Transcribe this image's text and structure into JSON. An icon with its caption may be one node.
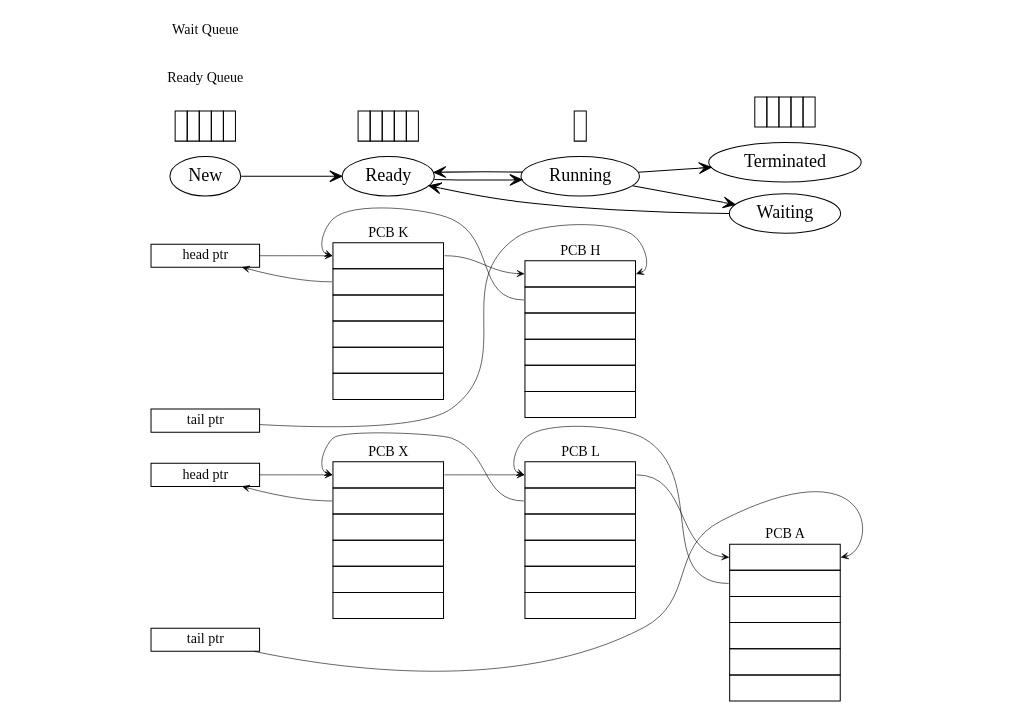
{
  "diagram": {
    "nodes": [
      {
        "text": [
          "head ptr"
        ]
      },
      {
        "text": [
          "tail ptr"
        ]
      },
      {
        "text": [
          "PCB X"
        ]
      },
      {
        "text": [
          "PCB L"
        ]
      },
      {
        "text": [
          "PCB A"
        ]
      },
      {
        "text": [
          "head ptr"
        ]
      },
      {
        "text": [
          "tail ptr"
        ]
      },
      {
        "text": [
          "PCB K"
        ]
      },
      {
        "text": [
          "PCB H"
        ]
      },
      {
        "text": [
          "New"
        ]
      },
      {
        "text": [
          "Ready"
        ]
      },
      {
        "text": [
          "Running"
        ]
      },
      {
        "text": [
          "Terminated"
        ]
      },
      {
        "text": [
          "Waiting"
        ]
      },
      {
        "text": [],
        "shape": "box"
      },
      {
        "text": [],
        "shape": "box"
      },
      {
        "text": [],
        "shape": "box"
      },
      {
        "text": [],
        "shape": "box"
      }
    ],
    "edges": [
      {
        "from": 0,
        "to": 2,
        "arrow": "to"
      },
      {
        "from": 2,
        "to": 0,
        "arrow": "to"
      },
      {
        "from": 2,
        "to": 3,
        "arrow": "to"
      },
      {
        "from": 3,
        "to": 2,
        "arrow": "to"
      },
      {
        "from": 3,
        "to": 4,
        "arrow": "to"
      },
      {
        "from": 4,
        "to": 3,
        "arrow": "to"
      },
      {
        "from": 1,
        "to": 4,
        "arrow": "to"
      },
      {
        "from": 5,
        "to": 7,
        "arrow": "to"
      },
      {
        "from": 7,
        "to": 5,
        "arrow": "to"
      },
      {
        "from": 7,
        "to": 8,
        "arrow": "to"
      },
      {
        "from": 8,
        "to": 7,
        "arrow": "to"
      },
      {
        "from": 6,
        "to": 8,
        "arrow": "to"
      },
      {
        "from": 9,
        "to": 10,
        "arrow": "to"
      },
      {
        "from": 10,
        "to": 11,
        "arrow": "to"
      },
      {
        "from": 11,
        "to": 10,
        "arrow": "to"
      },
      {
        "from": 11,
        "to": 12,
        "arrow": "to"
      },
      {
        "from": 11,
        "to": 13,
        "arrow": "to"
      },
      {
        "from": 13,
        "to": 10,
        "arrow": "to"
      }
    ],
    "labels": [
      "Ready Queue",
      "Wait Queue"
    ]
  }
}
